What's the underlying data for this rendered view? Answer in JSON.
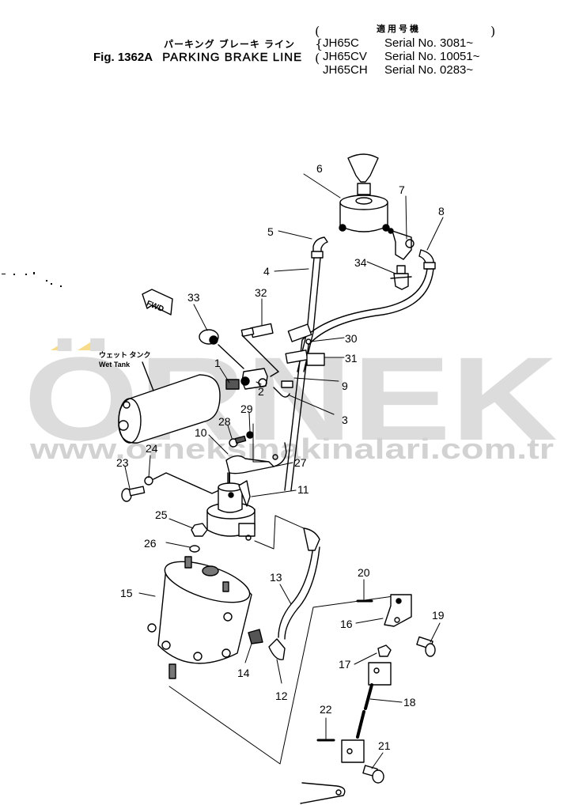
{
  "title": {
    "japanese": "パーキング ブレーキ ライン",
    "figure": "Fig. 1362A",
    "name": "PARKING BRAKE LINE",
    "serial_header_jp": "適用号機",
    "serials": [
      {
        "model": "JH65C",
        "text": "Serial No. 3081~"
      },
      {
        "model": "JH65CV",
        "text": "Serial No. 10051~"
      },
      {
        "model": "JH65CH",
        "text": "Serial No. 0283~"
      }
    ]
  },
  "annotations": {
    "wet_tank_jp": "ウェット タンク",
    "wet_tank": "Wet Tank",
    "fwd": "FWD"
  },
  "callouts": [
    "1",
    "2",
    "3",
    "4",
    "5",
    "6",
    "7",
    "8",
    "9",
    "10",
    "11",
    "12",
    "13",
    "14",
    "15",
    "16",
    "17",
    "18",
    "19",
    "20",
    "21",
    "22",
    "23",
    "24",
    "25",
    "26",
    "27",
    "28",
    "29",
    "30",
    "31",
    "32",
    "33",
    "34"
  ],
  "watermark": {
    "text": "ÖRNEK",
    "url": "www.orneksmakinalari.com.tr",
    "color": "#dcdcdc",
    "accent_color": "#f7dc8c"
  }
}
